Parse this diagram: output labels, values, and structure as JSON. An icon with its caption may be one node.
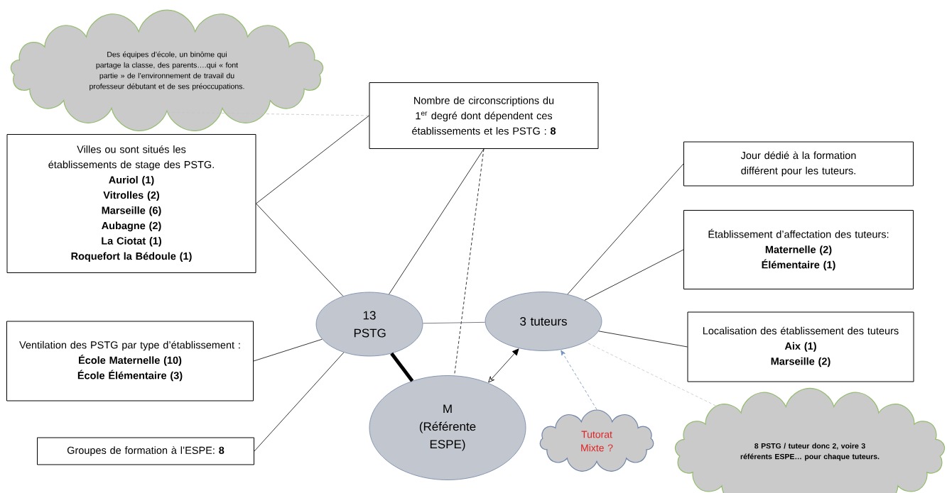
{
  "diagram": {
    "nodes": [
      {
        "text": [
          "Des équipes d’école, un binôme qui partage la classe, des parents….qui « font partie » de l’environnement de travail du professeur débutant et de ses préoccupations."
        ]
      },
      {
        "text": [
          "Nombre de circonscriptions du 1$^{er}$ degré dont dépendent ces établissements et les PSTG : **8**"
        ]
      },
      {
        "text": [
          "Villes ou sont situés les établissements de stage des PSTG.",
          "Auriol (1)",
          "Vitrolles (2)",
          "Marseille (6)",
          "Aubagne (2)",
          "La Ciotat (1)",
          "Roquefort la Bédoule (1)"
        ]
      },
      {
        "text": [
          "Jour dédié à la formation différent pour les tuteurs."
        ]
      },
      {
        "text": [
          "Établissement d’affectation des tuteurs:",
          "Maternelle (2)",
          "Élémentaire (1)"
        ]
      },
      {
        "text": [
          "Ventilation des PSTG par type d’établissement :",
          "École Maternelle (10)",
          "École Élémentaire (3)"
        ]
      },
      {
        "text": [
          "Localisation des établissement des tuteurs",
          "Aix (1)",
          "Marseille (2)"
        ]
      },
      {
        "text": [
          "Groupes de formation à l’ESPE: **8**"
        ]
      },
      {
        "text": [
          "13 PSTG"
        ]
      },
      {
        "text": [
          "3 tuteurs"
        ]
      },
      {
        "text": [
          "M (Référente ESPE)"
        ]
      },
      {
        "text": [
          "Tutorat Mixte ?"
        ]
      },
      {
        "text": [
          "8 PSTG / tuteur donc 2, voire 3 référents ESPE… pour chaque tuteurs."
        ]
      }
    ],
    "edges": [
      {
        "from": 0,
        "to": 1,
        "arrow": "none",
        "style": "dashed",
        "color": "#c4c4c4"
      },
      {
        "from": 2,
        "to": 1,
        "arrow": "none"
      },
      {
        "from": 2,
        "to": 8,
        "arrow": "none"
      },
      {
        "from": 1,
        "to": 8,
        "arrow": "none"
      },
      {
        "from": 1,
        "to": 10,
        "arrow": "none",
        "style": "dashed"
      },
      {
        "from": 5,
        "to": 8,
        "arrow": "none"
      },
      {
        "from": 7,
        "to": 8,
        "arrow": "none"
      },
      {
        "from": 8,
        "to": 9,
        "arrow": "none",
        "color": "#5a5a70"
      },
      {
        "from": 8,
        "to": 10,
        "arrow": "none",
        "style": "thick"
      },
      {
        "from": 9,
        "to": 10,
        "arrow": "both"
      },
      {
        "from": 3,
        "to": 9,
        "arrow": "none"
      },
      {
        "from": 4,
        "to": 9,
        "arrow": "none"
      },
      {
        "from": 6,
        "to": 9,
        "arrow": "none"
      },
      {
        "from": 11,
        "to": 9,
        "arrow": "to",
        "style": "dashed",
        "color": "#6f8fbf"
      },
      {
        "from": 12,
        "to": 9,
        "arrow": "none",
        "style": "dashed",
        "color": "#c4c4c4"
      }
    ]
  }
}
